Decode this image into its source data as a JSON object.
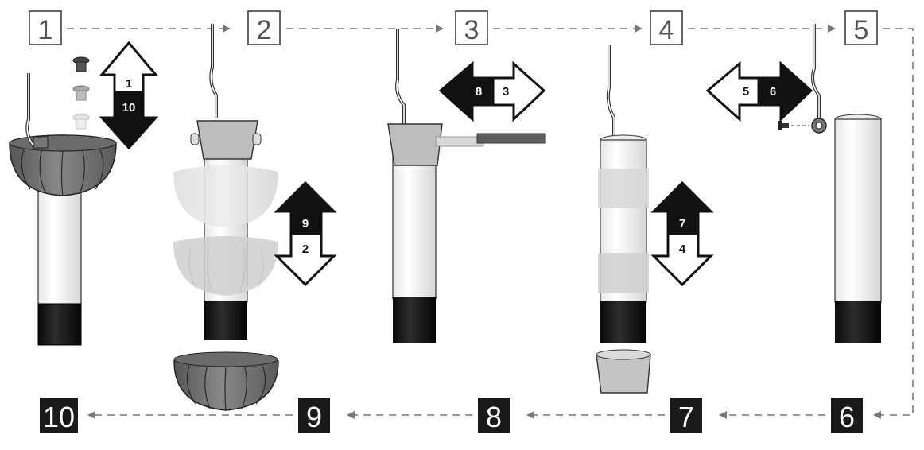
{
  "steps_top": [
    "1",
    "2",
    "3",
    "4",
    "5"
  ],
  "steps_bottom": [
    "10",
    "9",
    "8",
    "7",
    "6"
  ],
  "arrows": {
    "vertical_1": {
      "up": "1",
      "down": "10"
    },
    "horizontal_2": {
      "left": "8",
      "right": "3"
    },
    "vertical_3": {
      "up": "9",
      "down": "2"
    },
    "vertical_4": {
      "up": "7",
      "down": "4"
    },
    "horizontal_5": {
      "left": "5",
      "right": "6"
    }
  },
  "colors": {
    "dark_fill": "#1a1a1a",
    "shade_gray": "#7d7d7d",
    "light_gray": "#c9c9c9",
    "outline": "#2a2a2a",
    "dashed": "#777777"
  }
}
